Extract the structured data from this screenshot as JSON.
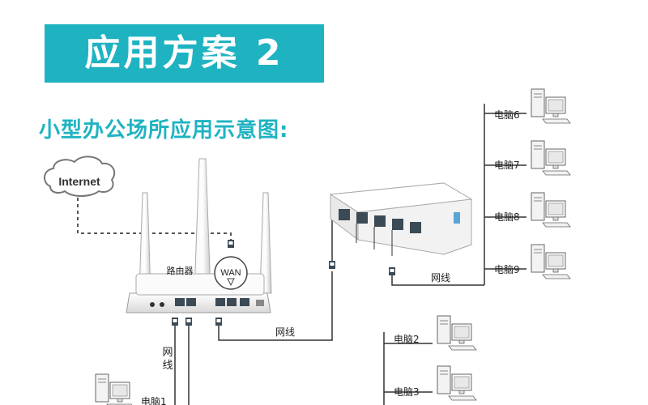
{
  "banner": {
    "title": "应用方案 2"
  },
  "subtitle": "小型办公场所应用示意图:",
  "internet_label": "Internet",
  "router_label": "路由器",
  "wan_label": "WAN",
  "cable_label_right": "网线",
  "cable_label_left": "网线",
  "cable_label_mid": "网线",
  "computers": [
    {
      "label": "电脑6"
    },
    {
      "label": "电脑7"
    },
    {
      "label": "电脑8"
    },
    {
      "label": "电脑9"
    },
    {
      "label": "电脑2"
    },
    {
      "label": "电脑3"
    },
    {
      "label": "电脑1"
    }
  ],
  "colors": {
    "accent": "#1fb3c2",
    "line": "#333333",
    "port": "#3b4a55"
  }
}
